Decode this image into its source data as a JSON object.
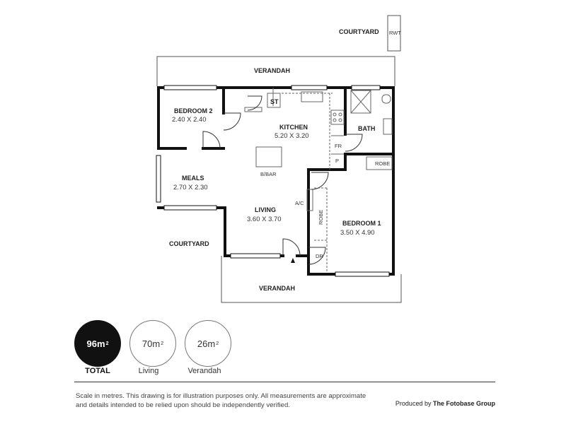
{
  "labels": {
    "courtyard_top": "COURTYARD",
    "rwt": "RWT",
    "verandah_top": "VERANDAH",
    "st": "ST",
    "bath": "BATH",
    "robe_bath": "ROBE",
    "fr": "FR",
    "p": "P",
    "bbar": "B/BAR",
    "ac": "A/C",
    "robe_bed1": "ROBE",
    "dr": "DR",
    "courtyard_left": "COURTYARD",
    "verandah_bottom": "VERANDAH"
  },
  "rooms": {
    "bedroom2": {
      "name": "BEDROOM 2",
      "dims": "2.40 X 2.40"
    },
    "kitchen": {
      "name": "KITCHEN",
      "dims": "5.20 X 3.20"
    },
    "meals": {
      "name": "MEALS",
      "dims": "2.70 X 2.30"
    },
    "living": {
      "name": "LIVING",
      "dims": "3.60 X 3.70"
    },
    "bedroom1": {
      "name": "BEDROOM 1",
      "dims": "3.50 X 4.90"
    }
  },
  "areas": {
    "total": {
      "value": "96m",
      "sup": "2",
      "caption": "TOTAL"
    },
    "living": {
      "value": "70m",
      "sup": "2",
      "caption": "Living"
    },
    "verandah": {
      "value": "26m",
      "sup": "2",
      "caption": "Verandah"
    }
  },
  "footer": {
    "disclaimer": "Scale in metres. This drawing is for illustration purposes only. All measurements are approximate and details intended to be relied upon should be independently verified.",
    "produced_by": "Produced by",
    "company": "The Fotobase Group"
  }
}
